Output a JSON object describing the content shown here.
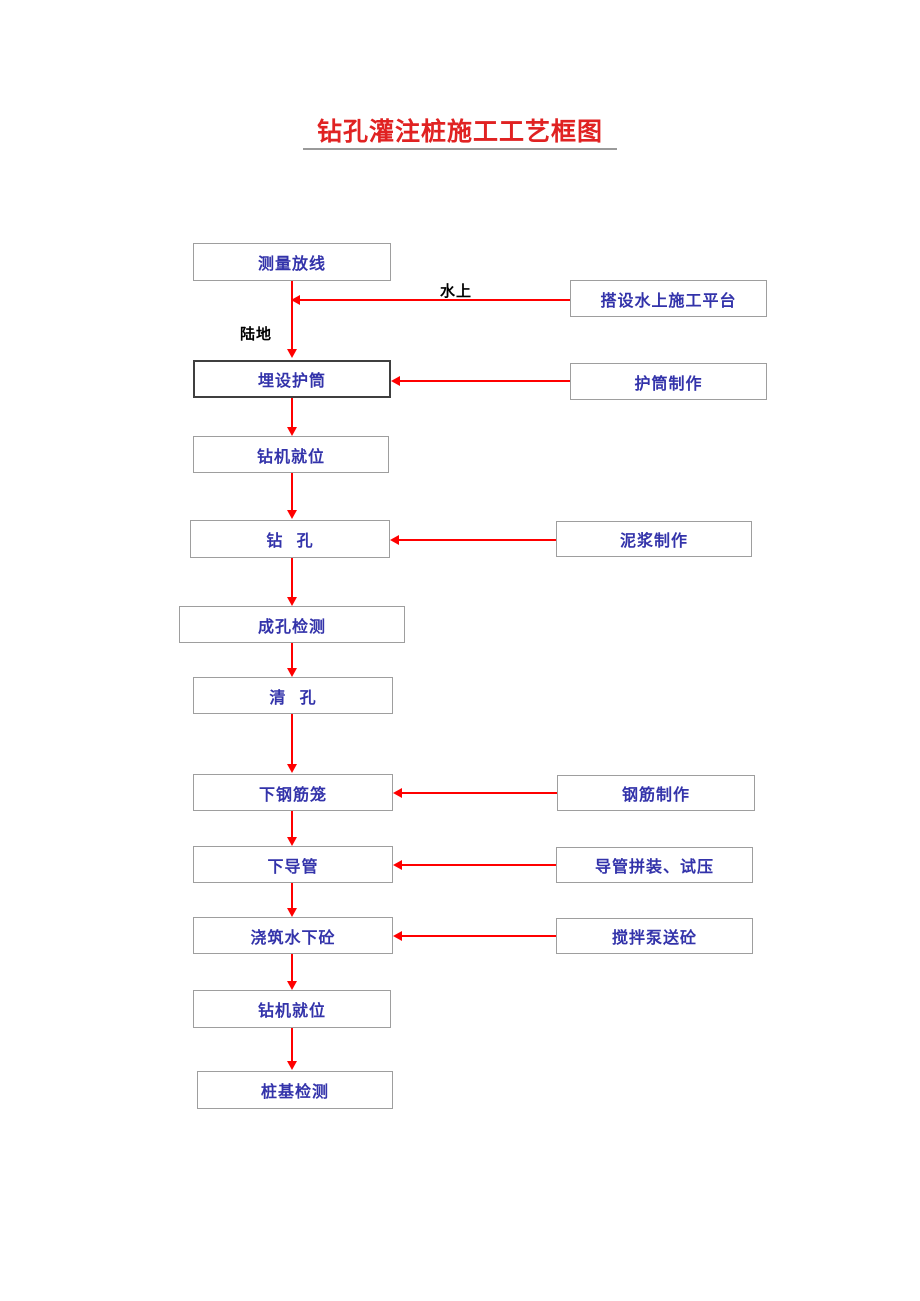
{
  "document": {
    "title": "钻孔灌注桩施工工艺框图",
    "title_color": "#e02222",
    "underline_color": "#9a9a9a"
  },
  "theme": {
    "box_text_color": "#3333aa",
    "box_border_color": "#9e9e9e",
    "selected_border_color": "#3f3f3f",
    "arrow_color": "#ff0000",
    "label_color": "#000000",
    "background": "#ffffff"
  },
  "flowchart": {
    "type": "flowchart",
    "orientation": "top-to-bottom",
    "main_nodes": [
      {
        "id": "n1",
        "label": "测量放线",
        "selected": false
      },
      {
        "id": "n2",
        "label": "埋设护筒",
        "selected": true
      },
      {
        "id": "n3",
        "label": "钻机就位",
        "selected": false
      },
      {
        "id": "n4",
        "label": "钻  孔",
        "selected": false
      },
      {
        "id": "n5",
        "label": "成孔检测",
        "selected": false
      },
      {
        "id": "n6",
        "label": "清  孔",
        "selected": false
      },
      {
        "id": "n7",
        "label": "下钢筋笼",
        "selected": false
      },
      {
        "id": "n8",
        "label": "下导管",
        "selected": false
      },
      {
        "id": "n9",
        "label": "浇筑水下砼",
        "selected": false
      },
      {
        "id": "n10",
        "label": "钻机就位",
        "selected": false
      },
      {
        "id": "n11",
        "label": "桩基检测",
        "selected": false
      }
    ],
    "side_nodes": [
      {
        "id": "s1",
        "label": "搭设水上施工平台",
        "target": "n1"
      },
      {
        "id": "s2",
        "label": "护筒制作",
        "target": "n2"
      },
      {
        "id": "s3",
        "label": "泥浆制作",
        "target": "n4"
      },
      {
        "id": "s4",
        "label": "钢筋制作",
        "target": "n7"
      },
      {
        "id": "s5",
        "label": "导管拼装、试压",
        "target": "n8"
      },
      {
        "id": "s6",
        "label": "搅拌泵送砼",
        "target": "n9"
      }
    ],
    "edge_labels": [
      {
        "id": "e1",
        "label": "水上",
        "on": "s1-to-n1"
      },
      {
        "id": "e2",
        "label": "陆地",
        "on": "n1-to-n2"
      }
    ]
  }
}
